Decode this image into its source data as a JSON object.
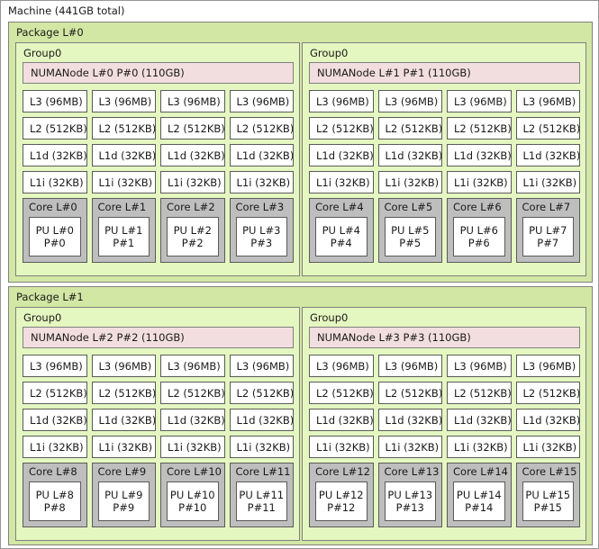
{
  "machine": {
    "label": "Machine (441GB total)"
  },
  "packages": [
    {
      "label": "Package L#0",
      "groups": [
        {
          "label": "Group0",
          "numanode": "NUMANode L#0 P#0 (110GB)",
          "caches": {
            "l3": [
              "L3 (96MB)",
              "L3 (96MB)",
              "L3 (96MB)",
              "L3 (96MB)"
            ],
            "l2": [
              "L2 (512KB)",
              "L2 (512KB)",
              "L2 (512KB)",
              "L2 (512KB)"
            ],
            "l1d": [
              "L1d (32KB)",
              "L1d (32KB)",
              "L1d (32KB)",
              "L1d (32KB)"
            ],
            "l1i": [
              "L1i (32KB)",
              "L1i (32KB)",
              "L1i (32KB)",
              "L1i (32KB)"
            ]
          },
          "cores": [
            {
              "label": "Core L#0",
              "pu_l": "PU L#0",
              "pu_p": "P#0"
            },
            {
              "label": "Core L#1",
              "pu_l": "PU L#1",
              "pu_p": "P#1"
            },
            {
              "label": "Core L#2",
              "pu_l": "PU L#2",
              "pu_p": "P#2"
            },
            {
              "label": "Core L#3",
              "pu_l": "PU L#3",
              "pu_p": "P#3"
            }
          ]
        },
        {
          "label": "Group0",
          "numanode": "NUMANode L#1 P#1 (110GB)",
          "caches": {
            "l3": [
              "L3 (96MB)",
              "L3 (96MB)",
              "L3 (96MB)",
              "L3 (96MB)"
            ],
            "l2": [
              "L2 (512KB)",
              "L2 (512KB)",
              "L2 (512KB)",
              "L2 (512KB)"
            ],
            "l1d": [
              "L1d (32KB)",
              "L1d (32KB)",
              "L1d (32KB)",
              "L1d (32KB)"
            ],
            "l1i": [
              "L1i (32KB)",
              "L1i (32KB)",
              "L1i (32KB)",
              "L1i (32KB)"
            ]
          },
          "cores": [
            {
              "label": "Core L#4",
              "pu_l": "PU L#4",
              "pu_p": "P#4"
            },
            {
              "label": "Core L#5",
              "pu_l": "PU L#5",
              "pu_p": "P#5"
            },
            {
              "label": "Core L#6",
              "pu_l": "PU L#6",
              "pu_p": "P#6"
            },
            {
              "label": "Core L#7",
              "pu_l": "PU L#7",
              "pu_p": "P#7"
            }
          ]
        }
      ]
    },
    {
      "label": "Package L#1",
      "groups": [
        {
          "label": "Group0",
          "numanode": "NUMANode L#2 P#2 (110GB)",
          "caches": {
            "l3": [
              "L3 (96MB)",
              "L3 (96MB)",
              "L3 (96MB)",
              "L3 (96MB)"
            ],
            "l2": [
              "L2 (512KB)",
              "L2 (512KB)",
              "L2 (512KB)",
              "L2 (512KB)"
            ],
            "l1d": [
              "L1d (32KB)",
              "L1d (32KB)",
              "L1d (32KB)",
              "L1d (32KB)"
            ],
            "l1i": [
              "L1i (32KB)",
              "L1i (32KB)",
              "L1i (32KB)",
              "L1i (32KB)"
            ]
          },
          "cores": [
            {
              "label": "Core L#8",
              "pu_l": "PU L#8",
              "pu_p": "P#8"
            },
            {
              "label": "Core L#9",
              "pu_l": "PU L#9",
              "pu_p": "P#9"
            },
            {
              "label": "Core L#10",
              "pu_l": "PU L#10",
              "pu_p": "P#10"
            },
            {
              "label": "Core L#11",
              "pu_l": "PU L#11",
              "pu_p": "P#11"
            }
          ]
        },
        {
          "label": "Group0",
          "numanode": "NUMANode L#3 P#3 (110GB)",
          "caches": {
            "l3": [
              "L3 (96MB)",
              "L3 (96MB)",
              "L3 (96MB)",
              "L3 (96MB)"
            ],
            "l2": [
              "L2 (512KB)",
              "L2 (512KB)",
              "L2 (512KB)",
              "L2 (512KB)"
            ],
            "l1d": [
              "L1d (32KB)",
              "L1d (32KB)",
              "L1d (32KB)",
              "L1d (32KB)"
            ],
            "l1i": [
              "L1i (32KB)",
              "L1i (32KB)",
              "L1i (32KB)",
              "L1i (32KB)"
            ]
          },
          "cores": [
            {
              "label": "Core L#12",
              "pu_l": "PU L#12",
              "pu_p": "P#12"
            },
            {
              "label": "Core L#13",
              "pu_l": "PU L#13",
              "pu_p": "P#13"
            },
            {
              "label": "Core L#14",
              "pu_l": "PU L#14",
              "pu_p": "P#14"
            },
            {
              "label": "Core L#15",
              "pu_l": "PU L#15",
              "pu_p": "P#15"
            }
          ]
        }
      ]
    }
  ],
  "colors": {
    "machine_bg": "#ffffff",
    "package_bg": "#d2e7a4",
    "group_bg": "#e5f7c0",
    "numanode_bg": "#f2dede",
    "core_bg": "#bebebe",
    "pu_bg": "#ffffff",
    "border": "#808080",
    "text": "#1a1a1a"
  }
}
